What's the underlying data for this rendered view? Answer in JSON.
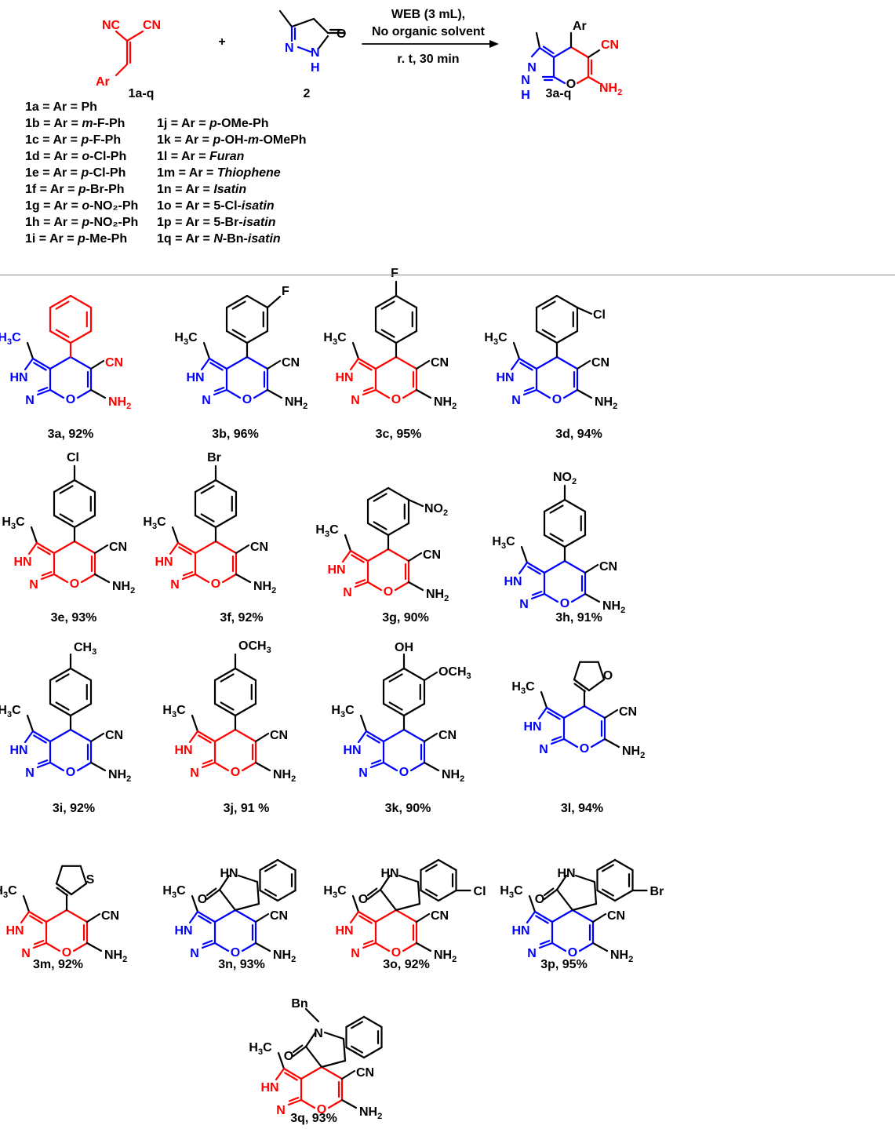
{
  "reaction": {
    "reactant_1_label": "1a-q",
    "reactant_2_label": "2",
    "product_label": "3a-q",
    "plus": "+",
    "conditions_line1": "WEB (3 mL),",
    "conditions_line2": "No organic solvent",
    "conditions_line3": "r. t, 30 min",
    "atoms": {
      "nc": "NC",
      "cn": "CN",
      "ar": "Ar",
      "n": "N",
      "h": "H",
      "o": "O",
      "nh2": "NH",
      "sub2": "2"
    }
  },
  "legend_col1": [
    {
      "pre": "1a = Ar = ",
      "it": "",
      "post": "Ph"
    },
    {
      "pre": "1b = Ar = ",
      "it": "m",
      "post": "-F-Ph"
    },
    {
      "pre": "1c = Ar = ",
      "it": "p",
      "post": "-F-Ph"
    },
    {
      "pre": "1d = Ar = ",
      "it": "o",
      "post": "-Cl-Ph"
    },
    {
      "pre": "1e = Ar = ",
      "it": "p",
      "post": "-Cl-Ph"
    },
    {
      "pre": "1f = Ar = ",
      "it": "p",
      "post": "-Br-Ph"
    },
    {
      "pre": "1g = Ar = ",
      "it": "o",
      "post": "-NO₂-Ph"
    },
    {
      "pre": "1h = Ar = ",
      "it": "p",
      "post": "-NO₂-Ph"
    },
    {
      "pre": "1i = Ar = ",
      "it": "p",
      "post": "-Me-Ph"
    }
  ],
  "legend_col2": [
    {
      "pre": "1j = Ar = ",
      "it": "p",
      "post": "-OMe-Ph"
    },
    {
      "pre": "1k = Ar = ",
      "it": "p",
      "post": "-OH-",
      "it2": "m",
      "post2": "-OMePh"
    },
    {
      "pre": "1l = Ar = ",
      "it": "Furan",
      "post": ""
    },
    {
      "pre": "1m = Ar = ",
      "it": "Thiophene",
      "post": ""
    },
    {
      "pre": "1n = Ar = ",
      "it": "Isatin",
      "post": ""
    },
    {
      "pre": "1o = Ar = 5-Cl-",
      "it": "isatin",
      "post": ""
    },
    {
      "pre": "1p = Ar = 5-Br-",
      "it": "isatin",
      "post": ""
    },
    {
      "pre": "1q = Ar = ",
      "it": "N",
      "post": "-Bn-",
      "it2": "isatin",
      "post2": ""
    }
  ],
  "products": [
    {
      "id": "3a",
      "caption": "3a, 92%",
      "type": "aryl",
      "sub": "",
      "subpos": "",
      "color": "red",
      "core": "blue"
    },
    {
      "id": "3b",
      "caption": "3b, 96%",
      "type": "aryl",
      "sub": "F",
      "subpos": "meta",
      "color": "black",
      "core": "blue"
    },
    {
      "id": "3c",
      "caption": "3c, 95%",
      "type": "aryl",
      "sub": "F",
      "subpos": "para",
      "color": "black",
      "core": "red"
    },
    {
      "id": "3d",
      "caption": "3d, 94%",
      "type": "aryl",
      "sub": "Cl",
      "subpos": "ortho",
      "color": "black",
      "core": "blue"
    },
    {
      "id": "3e",
      "caption": "3e, 93%",
      "type": "aryl",
      "sub": "Cl",
      "subpos": "para",
      "color": "black",
      "core": "red"
    },
    {
      "id": "3f",
      "caption": "3f, 92%",
      "type": "aryl",
      "sub": "Br",
      "subpos": "para",
      "color": "black",
      "core": "red"
    },
    {
      "id": "3g",
      "caption": "3g, 90%",
      "type": "aryl",
      "sub": "NO",
      "subpos": "ortho",
      "color": "black",
      "core": "red"
    },
    {
      "id": "3h",
      "caption": "3h, 91%",
      "type": "aryl",
      "sub": "NO",
      "subpos": "para",
      "color": "black",
      "core": "blue"
    },
    {
      "id": "3i",
      "caption": "3i, 92%",
      "type": "aryl",
      "sub": "CH",
      "subpos": "para",
      "color": "black",
      "core": "blue"
    },
    {
      "id": "3j",
      "caption": "3j, 91 %",
      "type": "aryl",
      "sub": "OCH",
      "subpos": "para",
      "color": "black",
      "core": "red"
    },
    {
      "id": "3k",
      "caption": "3k, 90%",
      "type": "aryl",
      "sub": "OH",
      "subpos": "vanillyl",
      "color": "black",
      "core": "blue"
    },
    {
      "id": "3l",
      "caption": "3l, 94%",
      "type": "furan",
      "sub": "O",
      "subpos": "",
      "color": "black",
      "core": "blue"
    },
    {
      "id": "3m",
      "caption": "3m, 92%",
      "type": "thiophene",
      "sub": "S",
      "subpos": "",
      "color": "black",
      "core": "red"
    },
    {
      "id": "3n",
      "caption": "3n, 93%",
      "type": "isatin",
      "sub": "",
      "subpos": "",
      "color": "black",
      "core": "blue"
    },
    {
      "id": "3o",
      "caption": "3o, 92%",
      "type": "isatin",
      "sub": "Cl",
      "subpos": "",
      "color": "black",
      "core": "red"
    },
    {
      "id": "3p",
      "caption": "3p, 95%",
      "type": "isatin",
      "sub": "Br",
      "subpos": "",
      "color": "black",
      "core": "blue"
    },
    {
      "id": "3q",
      "caption": "3q, 93%",
      "type": "isatin",
      "sub": "Bn",
      "subpos": "N",
      "color": "black",
      "core": "red"
    }
  ],
  "labels": {
    "ch3": "H",
    "c": "C",
    "three": "3",
    "cn": "CN",
    "hn": "HN",
    "n": "N",
    "o": "O",
    "nh2": "NH",
    "two": "2",
    "hn_isatin": "HN",
    "o_isatin": "O",
    "n_bn": "N",
    "och3": "OCH",
    "oh": "OH",
    "no2": "NO",
    "ch3_top": "CH"
  },
  "colors": {
    "red": "#ff0000",
    "blue": "#0000ff",
    "black": "#000000"
  }
}
